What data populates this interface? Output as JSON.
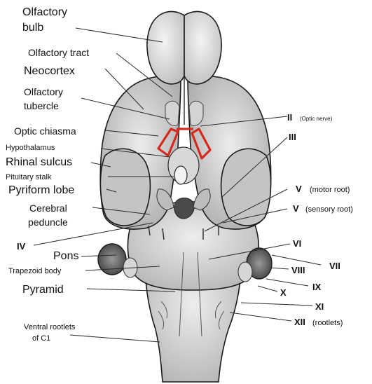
{
  "labels": {
    "olfactory_bulb_1": "Olfactory",
    "olfactory_bulb_2": "bulb",
    "olfactory_tract": "Olfactory tract",
    "neocortex": "Neocortex",
    "olfactory_tubercle_1": "Olfactory",
    "olfactory_tubercle_2": "tubercle",
    "optic_chiasma": "Optic chiasma",
    "hypothalamus": "Hypothalamus",
    "rhinal_sulcus": "Rhinal sulcus",
    "pituitary_stalk": "Pituitary stalk",
    "pyriform_lobe": "Pyriform lobe",
    "cerebral_peduncle_1": "Cerebral",
    "cerebral_peduncle_2": "peduncle",
    "iv": "IV",
    "pons": "Pons",
    "trapezoid_body": "Trapezoid body",
    "pyramid": "Pyramid",
    "ventral_rootlets_1": "Ventral rootlets",
    "ventral_rootlets_2": "of C1",
    "ii": "II",
    "ii_note": "(Optic nerve)",
    "iii": "III",
    "v_motor": "V",
    "v_motor_note": "(motor root)",
    "v_sensory": "V",
    "v_sensory_note": "(sensory root)",
    "vi": "VI",
    "vii": "VII",
    "viii": "VIII",
    "ix": "IX",
    "x": "X",
    "xi": "XI",
    "xii": "XII",
    "xii_note": "(rootlets)"
  },
  "colors": {
    "highlight": "#d42a1e",
    "tissue_light": "#e6e6e6",
    "tissue_mid": "#c9c9c9",
    "tissue_dark": "#8c8c8c",
    "outline": "#1a1a1a"
  }
}
